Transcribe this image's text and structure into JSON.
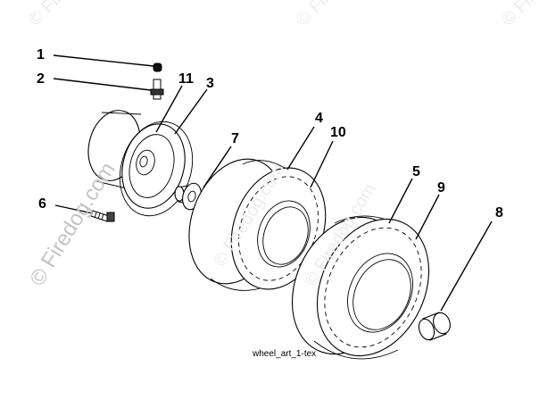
{
  "diagram": {
    "callouts": [
      {
        "id": "c1",
        "label": "1"
      },
      {
        "id": "c2",
        "label": "2"
      },
      {
        "id": "c3",
        "label": "3"
      },
      {
        "id": "c4",
        "label": "4"
      },
      {
        "id": "c5",
        "label": "5"
      },
      {
        "id": "c6",
        "label": "6"
      },
      {
        "id": "c7",
        "label": "7"
      },
      {
        "id": "c8",
        "label": "8"
      },
      {
        "id": "c9",
        "label": "9"
      },
      {
        "id": "c10",
        "label": "10"
      },
      {
        "id": "c11",
        "label": "11"
      }
    ],
    "caption": "wheel_art_1-tex"
  },
  "watermark": {
    "text": "© Firedog.com"
  },
  "colors": {
    "ink": "#000000",
    "watermark": "#c4c4c4",
    "background": "#ffffff"
  }
}
